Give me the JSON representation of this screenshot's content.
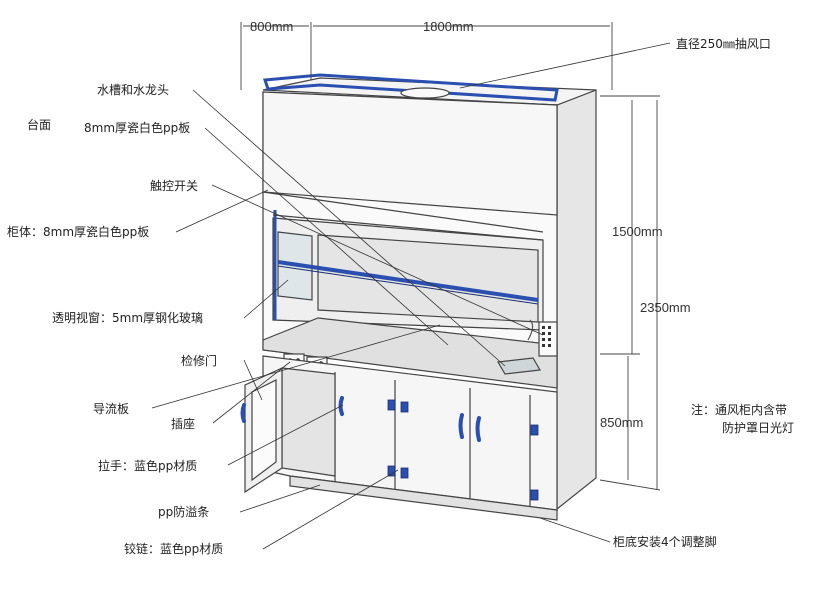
{
  "dimensions": {
    "depth": "800mm",
    "width": "1800mm",
    "upper_height": "1500mm",
    "total_height": "2350mm",
    "lower_height": "850mm"
  },
  "labels_left": {
    "sink_faucet": "水槽和水龙头",
    "countertop": "台面",
    "countertop_material": "8mm厚瓷白色pp板",
    "touch_switch": "触控开关",
    "cabinet_body": "柜体：8mm厚瓷白色pp板",
    "window": "透明视窗：5mm厚钢化玻璃",
    "service_door": "检修门",
    "baffle": "导流板",
    "socket": "插座",
    "handle": "拉手：蓝色pp材质",
    "spill_strip": "pp防溢条",
    "hinge": "铰链：蓝色pp材质"
  },
  "labels_right": {
    "exhaust_port": "直径250㎜抽风口",
    "adjust_feet": "柜底安装4个调整脚",
    "note_line1": "注：通风柜内含带",
    "note_line2": "防护罩日光灯"
  },
  "colors": {
    "accent_blue": "#2a4fb0",
    "line": "#333333",
    "panel_light": "#f4f4f4",
    "panel_shade": "#e2e2e2",
    "panel_dark": "#cfcfcf"
  }
}
